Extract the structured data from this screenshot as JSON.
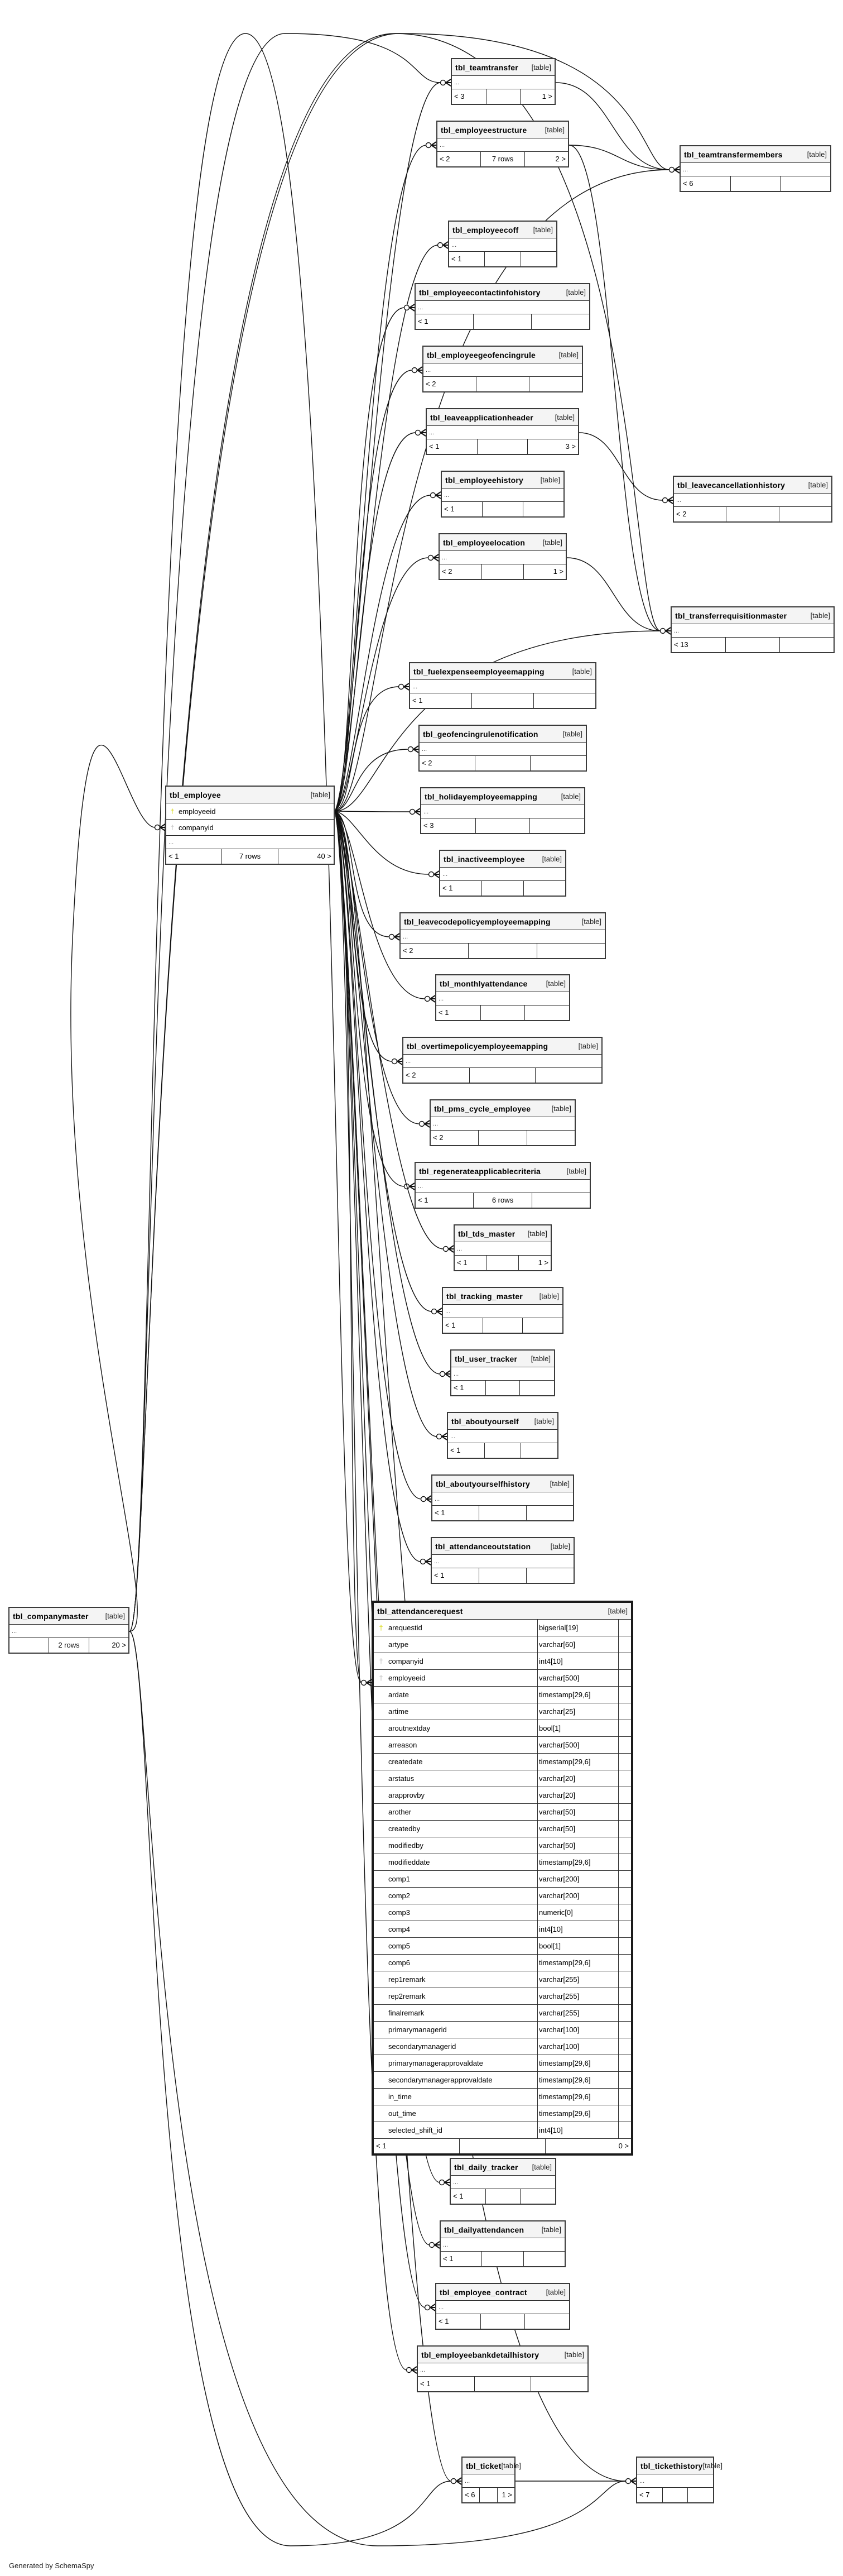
{
  "diagram": {
    "credit": "Generated by SchemaSpy",
    "type_label": "[table]",
    "ellipsis": "...",
    "tables": [
      {
        "id": "tbl_teamtransfer",
        "name": "tbl_teamtransfer",
        "footer": [
          "< 3",
          "",
          "1 >"
        ]
      },
      {
        "id": "tbl_employeestructure",
        "name": "tbl_employeestructure",
        "footer": [
          "< 2",
          "7 rows",
          "2 >"
        ]
      },
      {
        "id": "tbl_teamtransfermembers",
        "name": "tbl_teamtransfermembers",
        "footer": [
          "< 6",
          "",
          ""
        ]
      },
      {
        "id": "tbl_employeecoff",
        "name": "tbl_employeecoff",
        "footer": [
          "< 1",
          "",
          ""
        ]
      },
      {
        "id": "tbl_employeecontactinfohistory",
        "name": "tbl_employeecontactinfohistory",
        "footer": [
          "< 1",
          "",
          ""
        ]
      },
      {
        "id": "tbl_employeegeofencingrule",
        "name": "tbl_employeegeofencingrule",
        "footer": [
          "< 2",
          "",
          ""
        ]
      },
      {
        "id": "tbl_leaveapplicationheader",
        "name": "tbl_leaveapplicationheader",
        "footer": [
          "< 1",
          "",
          "3 >"
        ]
      },
      {
        "id": "tbl_employeehistory",
        "name": "tbl_employeehistory",
        "footer": [
          "< 1",
          "",
          ""
        ]
      },
      {
        "id": "tbl_employeelocation",
        "name": "tbl_employeelocation",
        "footer": [
          "< 2",
          "",
          "1 >"
        ]
      },
      {
        "id": "tbl_leavecancellationhistory",
        "name": "tbl_leavecancellationhistory",
        "footer": [
          "< 2",
          "",
          ""
        ]
      },
      {
        "id": "tbl_transferrequisitionmaster",
        "name": "tbl_transferrequisitionmaster",
        "footer": [
          "< 13",
          "",
          ""
        ]
      },
      {
        "id": "tbl_fuelexpenseemployeemapping",
        "name": "tbl_fuelexpenseemployeemapping",
        "footer": [
          "< 1",
          "",
          ""
        ]
      },
      {
        "id": "tbl_geofencingrulenotification",
        "name": "tbl_geofencingrulenotification",
        "footer": [
          "< 2",
          "",
          ""
        ]
      },
      {
        "id": "tbl_holidayemployeemapping",
        "name": "tbl_holidayemployeemapping",
        "footer": [
          "< 3",
          "",
          ""
        ]
      },
      {
        "id": "tbl_employee",
        "name": "tbl_employee",
        "footer": [
          "< 1",
          "7 rows",
          "40 >"
        ],
        "columns": [
          {
            "name": "employeeid",
            "key": "primary"
          },
          {
            "name": "companyid",
            "key": "foreign"
          }
        ]
      },
      {
        "id": "tbl_inactiveemployee",
        "name": "tbl_inactiveemployee",
        "footer": [
          "< 1",
          "",
          ""
        ]
      },
      {
        "id": "tbl_leavecodepolicyemployeemapping",
        "name": "tbl_leavecodepolicyemployeemapping",
        "footer": [
          "< 2",
          "",
          ""
        ]
      },
      {
        "id": "tbl_monthlyattendance",
        "name": "tbl_monthlyattendance",
        "footer": [
          "< 1",
          "",
          ""
        ]
      },
      {
        "id": "tbl_overtimepolicyemployeemapping",
        "name": "tbl_overtimepolicyemployeemapping",
        "footer": [
          "< 2",
          "",
          ""
        ]
      },
      {
        "id": "tbl_pms_cycle_employee",
        "name": "tbl_pms_cycle_employee",
        "footer": [
          "< 2",
          "",
          ""
        ]
      },
      {
        "id": "tbl_regenerateapplicablecriteria",
        "name": "tbl_regenerateapplicablecriteria",
        "footer": [
          "< 1",
          "6 rows",
          ""
        ]
      },
      {
        "id": "tbl_tds_master",
        "name": "tbl_tds_master",
        "footer": [
          "< 1",
          "",
          "1 >"
        ]
      },
      {
        "id": "tbl_tracking_master",
        "name": "tbl_tracking_master",
        "footer": [
          "< 1",
          "",
          ""
        ]
      },
      {
        "id": "tbl_user_tracker",
        "name": "tbl_user_tracker",
        "footer": [
          "< 1",
          "",
          ""
        ]
      },
      {
        "id": "tbl_aboutyourself",
        "name": "tbl_aboutyourself",
        "footer": [
          "< 1",
          "",
          ""
        ]
      },
      {
        "id": "tbl_aboutyourselfhistory",
        "name": "tbl_aboutyourselfhistory",
        "footer": [
          "< 1",
          "",
          ""
        ]
      },
      {
        "id": "tbl_attendanceoutstation",
        "name": "tbl_attendanceoutstation",
        "footer": [
          "< 1",
          "",
          ""
        ]
      },
      {
        "id": "tbl_companymaster",
        "name": "tbl_companymaster",
        "footer": [
          "",
          "2 rows",
          "20 >"
        ]
      },
      {
        "id": "tbl_daily_tracker",
        "name": "tbl_daily_tracker",
        "footer": [
          "< 1",
          "",
          ""
        ]
      },
      {
        "id": "tbl_dailyattendancen",
        "name": "tbl_dailyattendancen",
        "footer": [
          "< 1",
          "",
          ""
        ]
      },
      {
        "id": "tbl_employee_contract",
        "name": "tbl_employee_contract",
        "footer": [
          "< 1",
          "",
          ""
        ]
      },
      {
        "id": "tbl_employeebankdetailhistory",
        "name": "tbl_employeebankdetailhistory",
        "footer": [
          "< 1",
          "",
          ""
        ]
      },
      {
        "id": "tbl_ticket",
        "name": "tbl_ticket",
        "footer": [
          "< 6",
          "",
          "1 >"
        ]
      },
      {
        "id": "tbl_tickethistory",
        "name": "tbl_tickethistory",
        "footer": [
          "< 7",
          "",
          ""
        ]
      }
    ],
    "focus_table": {
      "id": "tbl_attendancerequest",
      "name": "tbl_attendancerequest",
      "footer": [
        "< 1",
        "",
        "0 >"
      ],
      "columns": [
        {
          "name": "arequestid",
          "type": "bigserial[19]",
          "key": "primary"
        },
        {
          "name": "artype",
          "type": "varchar[60]",
          "key": ""
        },
        {
          "name": "companyid",
          "type": "int4[10]",
          "key": "foreign"
        },
        {
          "name": "employeeid",
          "type": "varchar[500]",
          "key": "foreign"
        },
        {
          "name": "ardate",
          "type": "timestamp[29,6]",
          "key": ""
        },
        {
          "name": "artime",
          "type": "varchar[25]",
          "key": ""
        },
        {
          "name": "aroutnextday",
          "type": "bool[1]",
          "key": ""
        },
        {
          "name": "arreason",
          "type": "varchar[500]",
          "key": ""
        },
        {
          "name": "createdate",
          "type": "timestamp[29,6]",
          "key": ""
        },
        {
          "name": "arstatus",
          "type": "varchar[20]",
          "key": ""
        },
        {
          "name": "arapprovby",
          "type": "varchar[20]",
          "key": ""
        },
        {
          "name": "arother",
          "type": "varchar[50]",
          "key": ""
        },
        {
          "name": "createdby",
          "type": "varchar[50]",
          "key": ""
        },
        {
          "name": "modifiedby",
          "type": "varchar[50]",
          "key": ""
        },
        {
          "name": "modifieddate",
          "type": "timestamp[29,6]",
          "key": ""
        },
        {
          "name": "comp1",
          "type": "varchar[200]",
          "key": ""
        },
        {
          "name": "comp2",
          "type": "varchar[200]",
          "key": ""
        },
        {
          "name": "comp3",
          "type": "numeric[0]",
          "key": ""
        },
        {
          "name": "comp4",
          "type": "int4[10]",
          "key": ""
        },
        {
          "name": "comp5",
          "type": "bool[1]",
          "key": ""
        },
        {
          "name": "comp6",
          "type": "timestamp[29,6]",
          "key": ""
        },
        {
          "name": "rep1remark",
          "type": "varchar[255]",
          "key": ""
        },
        {
          "name": "rep2remark",
          "type": "varchar[255]",
          "key": ""
        },
        {
          "name": "finalremark",
          "type": "varchar[255]",
          "key": ""
        },
        {
          "name": "primarymanagerid",
          "type": "varchar[100]",
          "key": ""
        },
        {
          "name": "secondarymanagerid",
          "type": "varchar[100]",
          "key": ""
        },
        {
          "name": "primarymanagerapprovaldate",
          "type": "timestamp[29,6]",
          "key": ""
        },
        {
          "name": "secondarymanagerapprovaldate",
          "type": "timestamp[29,6]",
          "key": ""
        },
        {
          "name": "in_time",
          "type": "timestamp[29,6]",
          "key": ""
        },
        {
          "name": "out_time",
          "type": "timestamp[29,6]",
          "key": ""
        },
        {
          "name": "selected_shift_id",
          "type": "int4[10]",
          "key": ""
        }
      ]
    },
    "relationships": [
      {
        "from": "tbl_employee",
        "to": "tbl_teamtransfer"
      },
      {
        "from": "tbl_employee",
        "to": "tbl_employeestructure"
      },
      {
        "from": "tbl_employee",
        "to": "tbl_teamtransfermembers"
      },
      {
        "from": "tbl_employee",
        "to": "tbl_employeecoff"
      },
      {
        "from": "tbl_employee",
        "to": "tbl_employeecontactinfohistory"
      },
      {
        "from": "tbl_employee",
        "to": "tbl_employeegeofencingrule"
      },
      {
        "from": "tbl_employee",
        "to": "tbl_leaveapplicationheader"
      },
      {
        "from": "tbl_employee",
        "to": "tbl_employeehistory"
      },
      {
        "from": "tbl_employee",
        "to": "tbl_employeelocation"
      },
      {
        "from": "tbl_employee",
        "to": "tbl_transferrequisitionmaster"
      },
      {
        "from": "tbl_employee",
        "to": "tbl_fuelexpenseemployeemapping"
      },
      {
        "from": "tbl_employee",
        "to": "tbl_geofencingrulenotification"
      },
      {
        "from": "tbl_employee",
        "to": "tbl_holidayemployeemapping"
      },
      {
        "from": "tbl_employee",
        "to": "tbl_inactiveemployee"
      },
      {
        "from": "tbl_employee",
        "to": "tbl_leavecodepolicyemployeemapping"
      },
      {
        "from": "tbl_employee",
        "to": "tbl_monthlyattendance"
      },
      {
        "from": "tbl_employee",
        "to": "tbl_overtimepolicyemployeemapping"
      },
      {
        "from": "tbl_employee",
        "to": "tbl_pms_cycle_employee"
      },
      {
        "from": "tbl_employee",
        "to": "tbl_regenerateapplicablecriteria"
      },
      {
        "from": "tbl_employee",
        "to": "tbl_tds_master"
      },
      {
        "from": "tbl_employee",
        "to": "tbl_tracking_master"
      },
      {
        "from": "tbl_employee",
        "to": "tbl_user_tracker"
      },
      {
        "from": "tbl_employee",
        "to": "tbl_aboutyourself"
      },
      {
        "from": "tbl_employee",
        "to": "tbl_aboutyourselfhistory"
      },
      {
        "from": "tbl_employee",
        "to": "tbl_attendanceoutstation"
      },
      {
        "from": "tbl_employee",
        "to": "tbl_attendancerequest"
      },
      {
        "from": "tbl_employee",
        "to": "tbl_daily_tracker"
      },
      {
        "from": "tbl_employee",
        "to": "tbl_dailyattendancen"
      },
      {
        "from": "tbl_employee",
        "to": "tbl_employee_contract"
      },
      {
        "from": "tbl_employee",
        "to": "tbl_employeebankdetailhistory"
      },
      {
        "from": "tbl_employee",
        "to": "tbl_ticket"
      },
      {
        "from": "tbl_employee",
        "to": "tbl_tickethistory"
      },
      {
        "from": "tbl_companymaster",
        "to": "tbl_employee"
      },
      {
        "from": "tbl_companymaster",
        "to": "tbl_teamtransfer"
      },
      {
        "from": "tbl_companymaster",
        "to": "tbl_teamtransfermembers"
      },
      {
        "from": "tbl_companymaster",
        "to": "tbl_transferrequisitionmaster"
      },
      {
        "from": "tbl_companymaster",
        "to": "tbl_attendancerequest"
      },
      {
        "from": "tbl_companymaster",
        "to": "tbl_ticket"
      },
      {
        "from": "tbl_companymaster",
        "to": "tbl_tickethistory"
      },
      {
        "from": "tbl_teamtransfer",
        "to": "tbl_teamtransfermembers"
      },
      {
        "from": "tbl_employeestructure",
        "to": "tbl_teamtransfermembers"
      },
      {
        "from": "tbl_employeestructure",
        "to": "tbl_transferrequisitionmaster"
      },
      {
        "from": "tbl_leaveapplicationheader",
        "to": "tbl_leavecancellationhistory"
      },
      {
        "from": "tbl_employeelocation",
        "to": "tbl_transferrequisitionmaster"
      },
      {
        "from": "tbl_ticket",
        "to": "tbl_tickethistory"
      }
    ]
  }
}
